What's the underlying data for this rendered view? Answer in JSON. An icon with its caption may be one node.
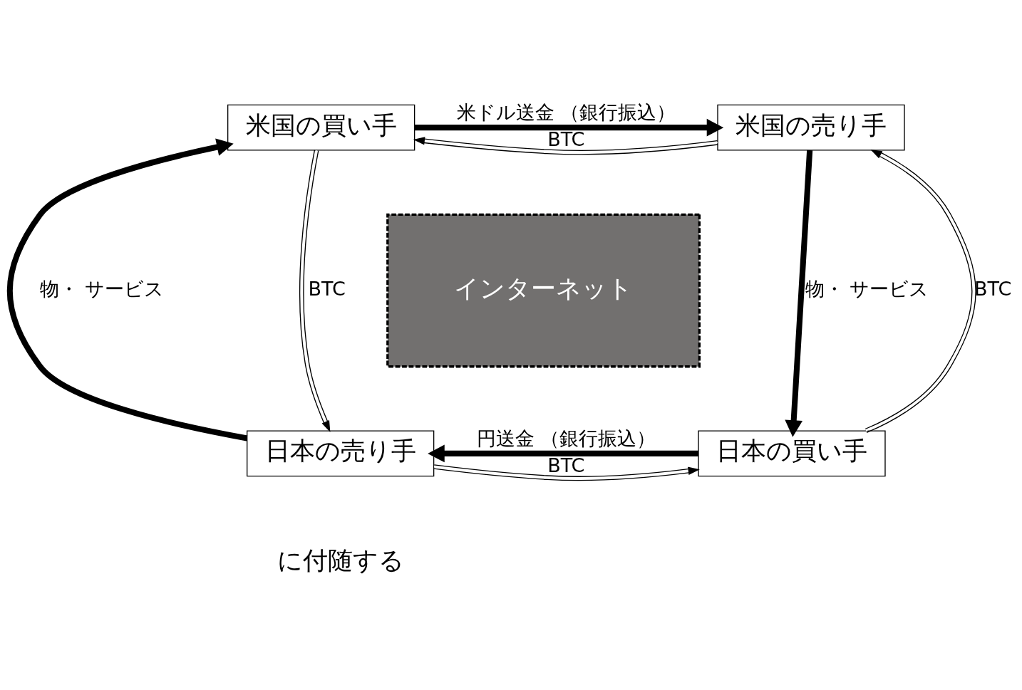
{
  "diagram": {
    "nodes": [
      {
        "text": [
          "米国の買い手"
        ]
      },
      {
        "text": [
          "米国の売り手"
        ]
      },
      {
        "text": [
          "インターネット"
        ]
      },
      {
        "text": [
          "日本の売り手"
        ]
      },
      {
        "text": [
          "日本の買い手"
        ]
      }
    ],
    "edges": [
      {
        "from": 0,
        "to": 1,
        "arrow": "to",
        "style": "thick",
        "label": "米ドル送金 （銀行振込）"
      },
      {
        "from": 1,
        "to": 0,
        "arrow": "to",
        "label": "BTC"
      },
      {
        "from": 3,
        "to": 0,
        "arrow": "to",
        "style": "thick",
        "label": "物・ サービス"
      },
      {
        "from": 0,
        "to": 3,
        "arrow": "to",
        "label": "BTC"
      },
      {
        "from": 1,
        "to": 4,
        "arrow": "to",
        "style": "thick",
        "label": "物・ サービス"
      },
      {
        "from": 4,
        "to": 1,
        "arrow": "to",
        "label": "BTC"
      },
      {
        "from": 3,
        "to": 4,
        "arrow": "to",
        "label": "BTC"
      },
      {
        "from": 4,
        "to": 3,
        "arrow": "to",
        "style": "thick",
        "label": "円送金 （銀行振込）"
      }
    ],
    "labels": [
      "に付随する"
    ]
  }
}
